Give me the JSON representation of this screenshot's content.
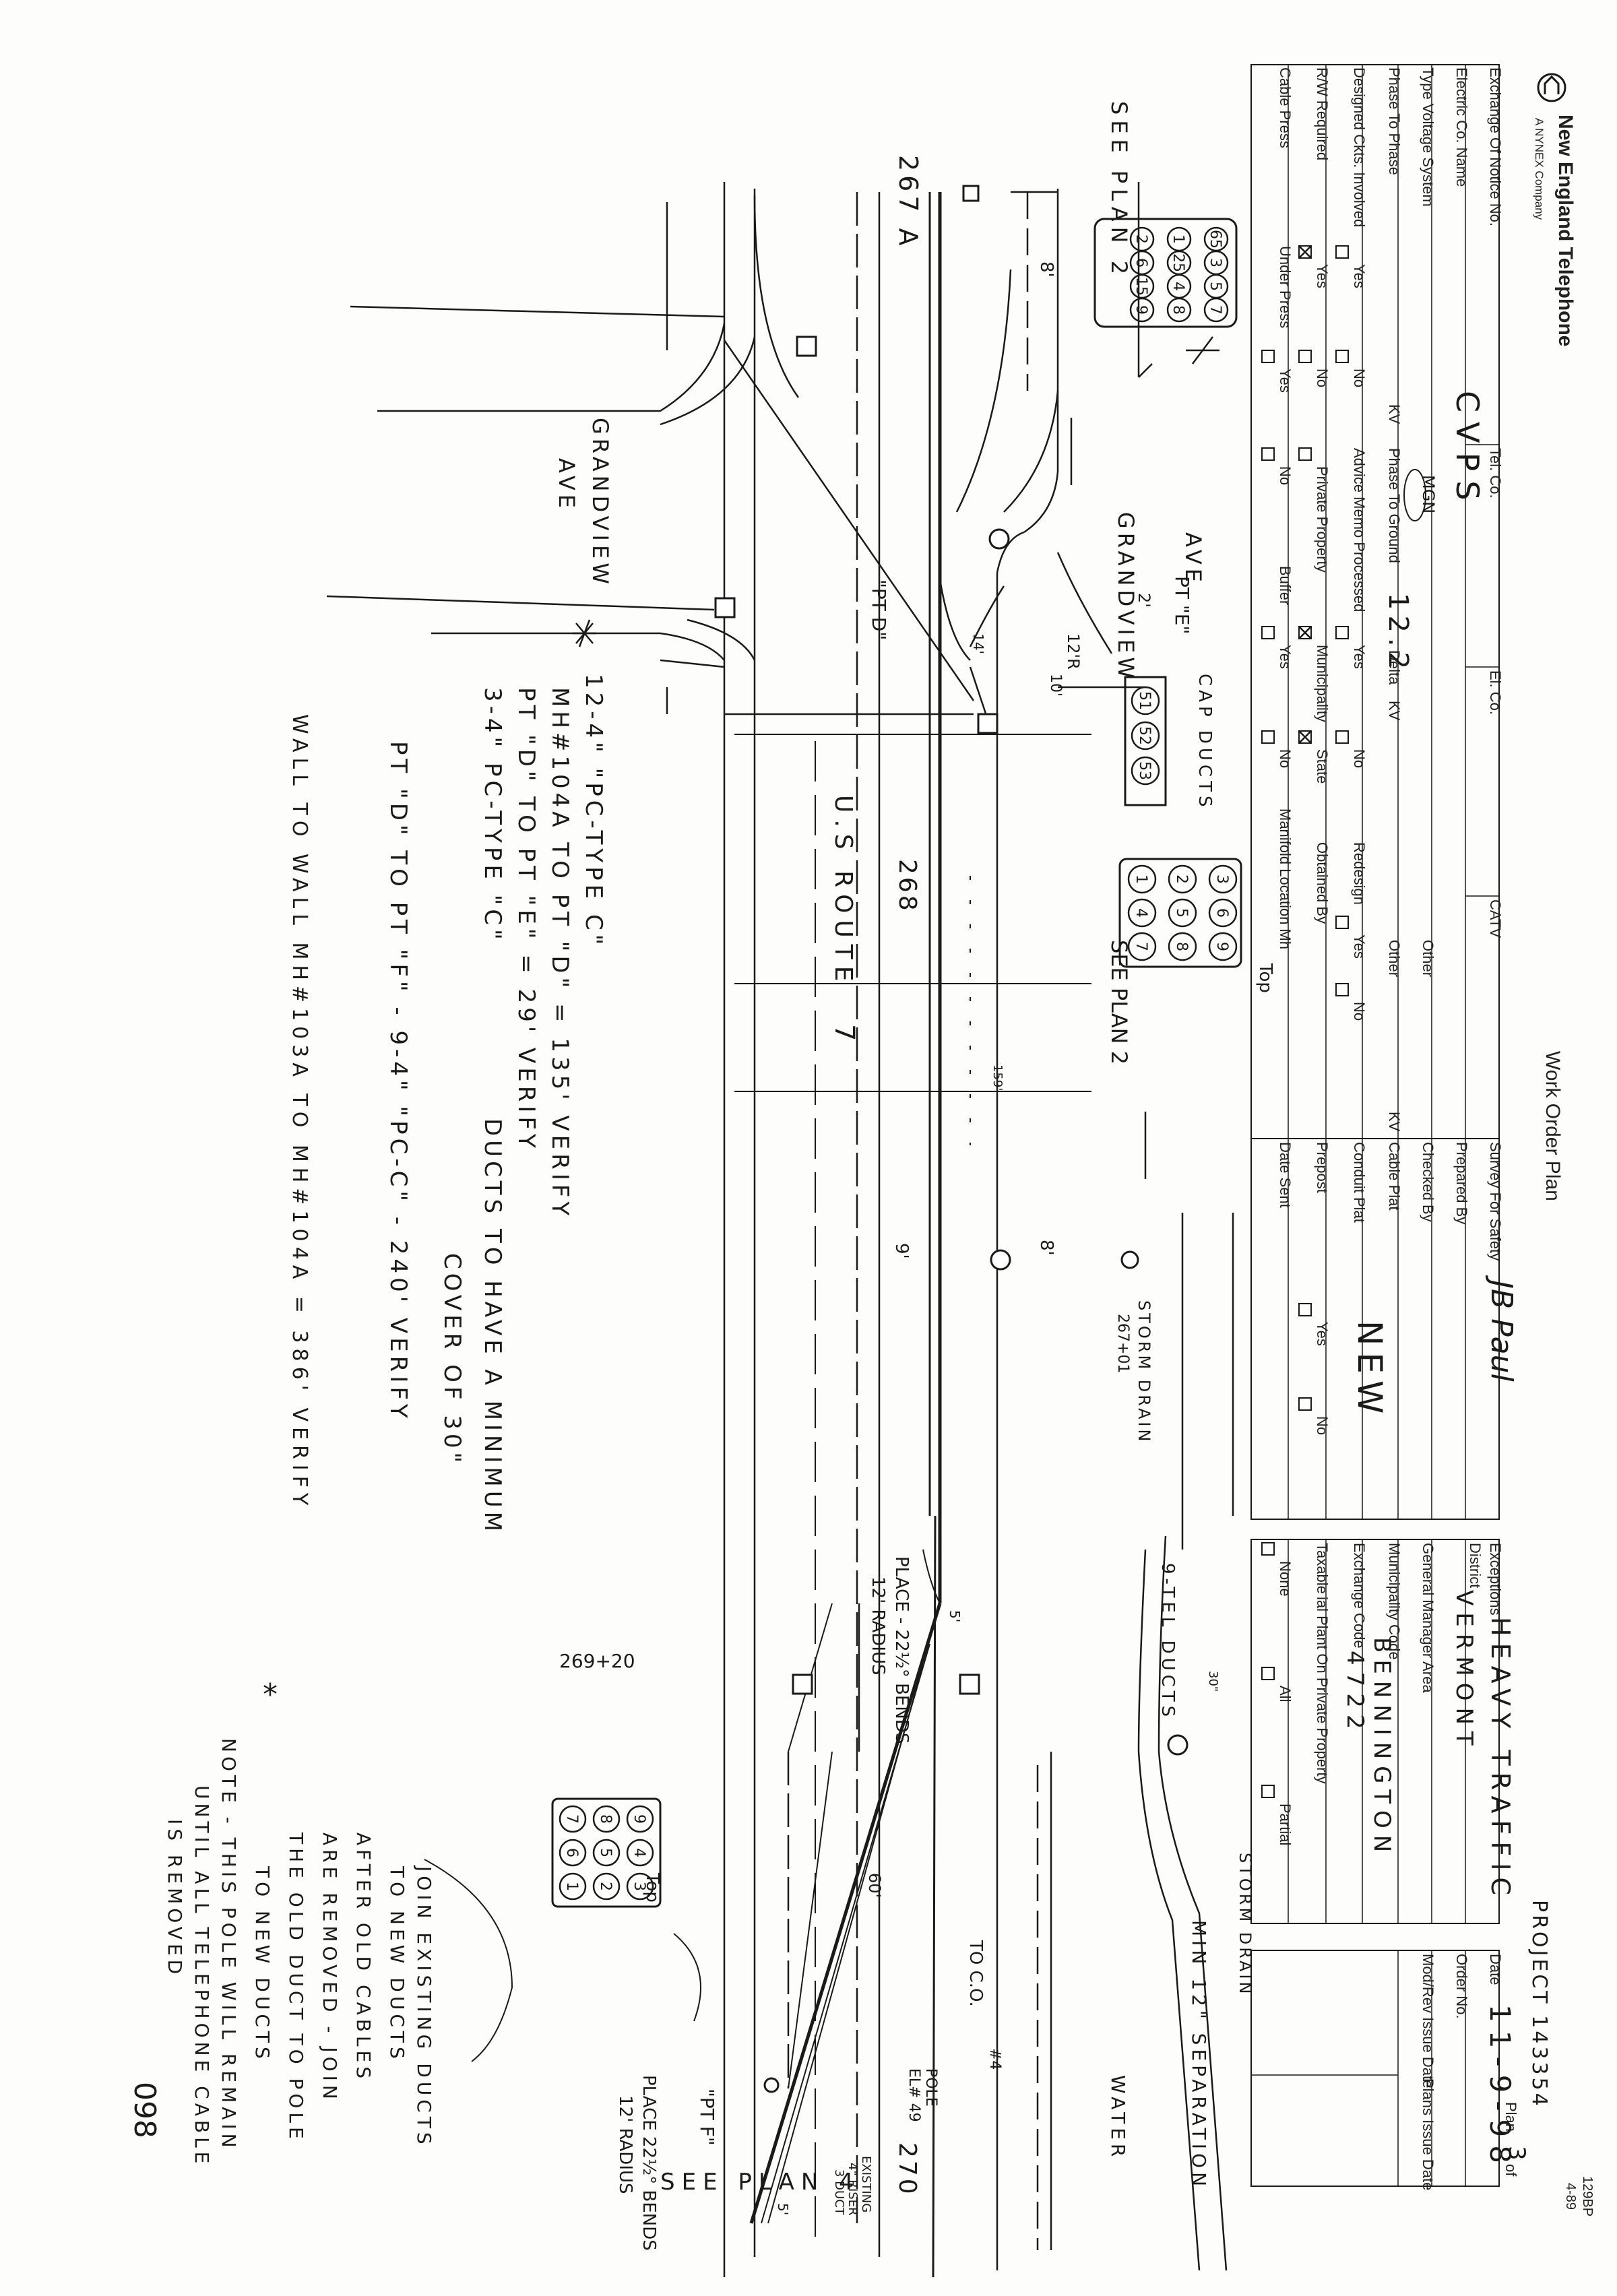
{
  "header": {
    "logo_company": "New England Telephone",
    "logo_sub": "A NYNEX Company",
    "form_title": "Work Order Plan",
    "form_number": "129BP",
    "form_date": "4-89",
    "project": "PROJECT 143354"
  },
  "plan": {
    "plan_label": "Plan",
    "plan_num": "3",
    "of_label": "of",
    "date_label": "Date",
    "date_value": "11-9-98",
    "order_label": "Order No.",
    "modrev_label": "Mod/Rev Issue Date",
    "plans_issue_label": "Plans Issue Date"
  },
  "left_form": {
    "exchange_notice_label": "Exchange Of Notice No.",
    "electric_co_label": "Electric Co. Name",
    "electric_co_value": "CVPS",
    "voltage_label": "Type Voltage System",
    "voltage_value": "MGN",
    "p2p_label": "Phase To Phase",
    "kv_label": "KV",
    "p2g_label": "Phase To Ground",
    "p2g_value": "12.2",
    "delta_label": "Delta",
    "other_label": "Other",
    "designed_label": "Designed Ckts. Involved",
    "yes_label": "Yes",
    "no_label": "No",
    "advice_label": "Advice Memo Processed",
    "redesign_label": "Redesign",
    "rw_label": "R/W Required",
    "private_label": "Private Property",
    "municipality_label": "Municipality",
    "state_label": "State",
    "obtained_label": "Obtained By",
    "cable_press_label": "Cable Press",
    "under_press_label": "Under Press",
    "buffer_label": "Buffer",
    "manifold_label": "Manifold Location Mh",
    "tel_co_label": "Tel. Co.",
    "el_co_label": "El. Co.",
    "catv_label": "CATV"
  },
  "mid_form": {
    "survey_label": "Survey For Safety",
    "survey_value": "JB Paul",
    "prepared_label": "Prepared By",
    "checked_label": "Checked By",
    "cable_plat_label": "Cable Plat",
    "conduit_plat_label": "Conduit Plat",
    "conduit_plat_value": "NEW",
    "prepost_label": "Prepost",
    "date_sent_label": "Date Sent"
  },
  "right_form": {
    "exceptions_label": "Exceptions",
    "exceptions_value": "HEAVY TRAFFIC",
    "district_label": "District",
    "district_value": "VERMONT",
    "gm_area_label": "General Manager Area",
    "muni_code_label": "Municipality Code",
    "muni_code_value": "BENNINGTON",
    "exch_code_label": "Exchange Code",
    "exch_code_value": "4722",
    "taxable_label": "Taxable",
    "taxable_sub": "ial Plant On Private Property",
    "none_label": "None",
    "all_label": "All",
    "partial_label": "Partial"
  },
  "drawing": {
    "see_plan_2": "SEE PLAN 2",
    "see_plan_4": "SEE PLAN 4",
    "grandview_1a": "GRANDVIEW",
    "grandview_1b": "AVE",
    "grandview_2a": "GRANDVIEW",
    "grandview_2b": "AVE",
    "route_a": "U.S ROUTE",
    "route_b": "7",
    "sta_267": "267 A",
    "sta_268": "268",
    "sta_269": "269+20",
    "sta_270": "270",
    "pt_d": "\"PT D\"",
    "pt_e": "PT \"E\"",
    "pt_f": "\"PT F\"",
    "cap_ducts": "CAP DUCTS",
    "top_1": "Top",
    "top_2": "Top",
    "storm_drain_1a": "STORM DRAIN",
    "storm_drain_1b": "267+01",
    "storm_drain_2": "STORM DRAIN",
    "separation": "MIN 12\" SEPARATION",
    "water": "WATER",
    "tel_ducts": "9-TEL DUCTS",
    "bends_1a": "PLACE - 22½° BENDS",
    "bends_1b": "12' RADIUS",
    "bends_2a": "PLACE 22½° BENDS",
    "bends_2b": "12' RADIUS",
    "to_co": "TO C.O.",
    "pole_a": "POLE",
    "pole_b": "EL# 49",
    "pole_num": "#4",
    "existing_riser_a": "EXISTING",
    "existing_riser_b": "4\" RISER",
    "existing_riser_c": "3 DUCT",
    "radius_12": "12'R",
    "dim_8a": "8'",
    "dim_8b": "8'",
    "dim_9": "9'",
    "dim_2": "2'",
    "dim_10": "10'",
    "dim_14": "14'",
    "dim_5a": "5'",
    "dim_5b": "5'",
    "dim_60": "60'",
    "dim_159": "159'",
    "dim_30": "30\"",
    "star": "*"
  },
  "notes": {
    "n1": "12-4\" \"PC-TYPE C\"",
    "n2": "MH#104A TO PT \"D\" = 135' VERIFY",
    "n3": "PT \"D\" TO PT \"E\" = 29' VERIFY",
    "n4": "3-4\" PC-TYPE \"C\"",
    "n5": "DUCTS TO HAVE A MINIMUM",
    "n6": "COVER OF 30\"",
    "n7": "PT \"D\" TO PT \"F\" - 9-4\" \"PC-C\" - 240' VERIFY",
    "n8": "WALL TO WALL MH#103A TO MH#104A = 386' VERIFY",
    "join_1": "JOIN EXISTING DUCTS",
    "join_2": "TO NEW DUCTS",
    "after_1": "AFTER OLD CABLES",
    "after_2": "ARE REMOVED - JOIN",
    "after_3": "THE OLD DUCT TO POLE",
    "after_4": "TO NEW DUCTS",
    "note_1": "NOTE - THIS POLE WILL REMAIN",
    "note_2": "UNTIL ALL TELEPHONE CABLE",
    "note_3": "IS REMOVED",
    "page_num": "098"
  },
  "duct_blocks": {
    "mh_a": [
      "65",
      "1",
      "2",
      "3",
      "25",
      "6",
      "5",
      "4",
      "15",
      "7",
      "8",
      "9"
    ],
    "pt_e": [
      "51",
      "52",
      "53"
    ],
    "mh_c": [
      "3",
      "2",
      "1",
      "6",
      "5",
      "4",
      "9",
      "8",
      "7"
    ],
    "mh_d": [
      "9",
      "8",
      "7",
      "4",
      "5",
      "6",
      "3",
      "2",
      "1"
    ]
  }
}
